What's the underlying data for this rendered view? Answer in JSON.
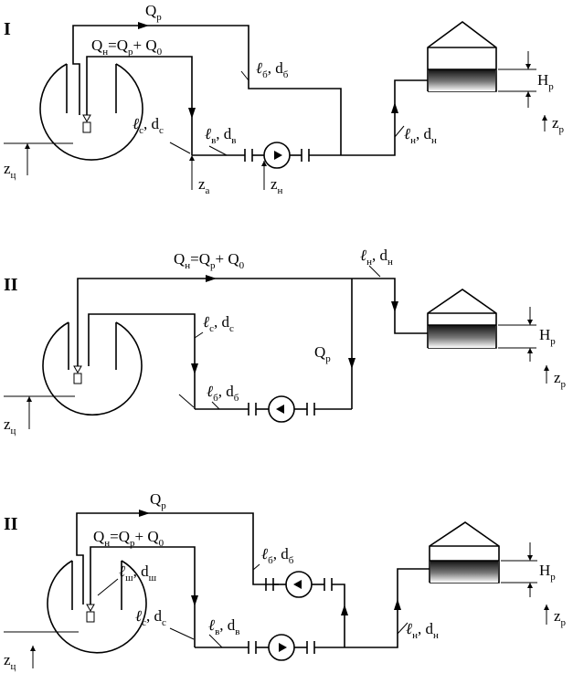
{
  "diagram": {
    "scheme_labels": [
      "I",
      "II",
      "II"
    ],
    "ell": "ℓ",
    "flow": {
      "qp": "Q",
      "qp_sub": "р",
      "qn": "Q",
      "qn_sub": "н",
      "eq": "=Q",
      "eq_sub": "р",
      "plus": "+ Q",
      "zero_sub": "0"
    },
    "pipe": {
      "s": "с",
      "v": "в",
      "b": "б",
      "n": "н",
      "sh": "ш",
      "d": "d",
      "comma": ","
    },
    "heights": {
      "z": "z",
      "ts": "ц",
      "a": "а",
      "n": "н",
      "r": "р",
      "H": "H",
      "Hr": "р"
    }
  }
}
